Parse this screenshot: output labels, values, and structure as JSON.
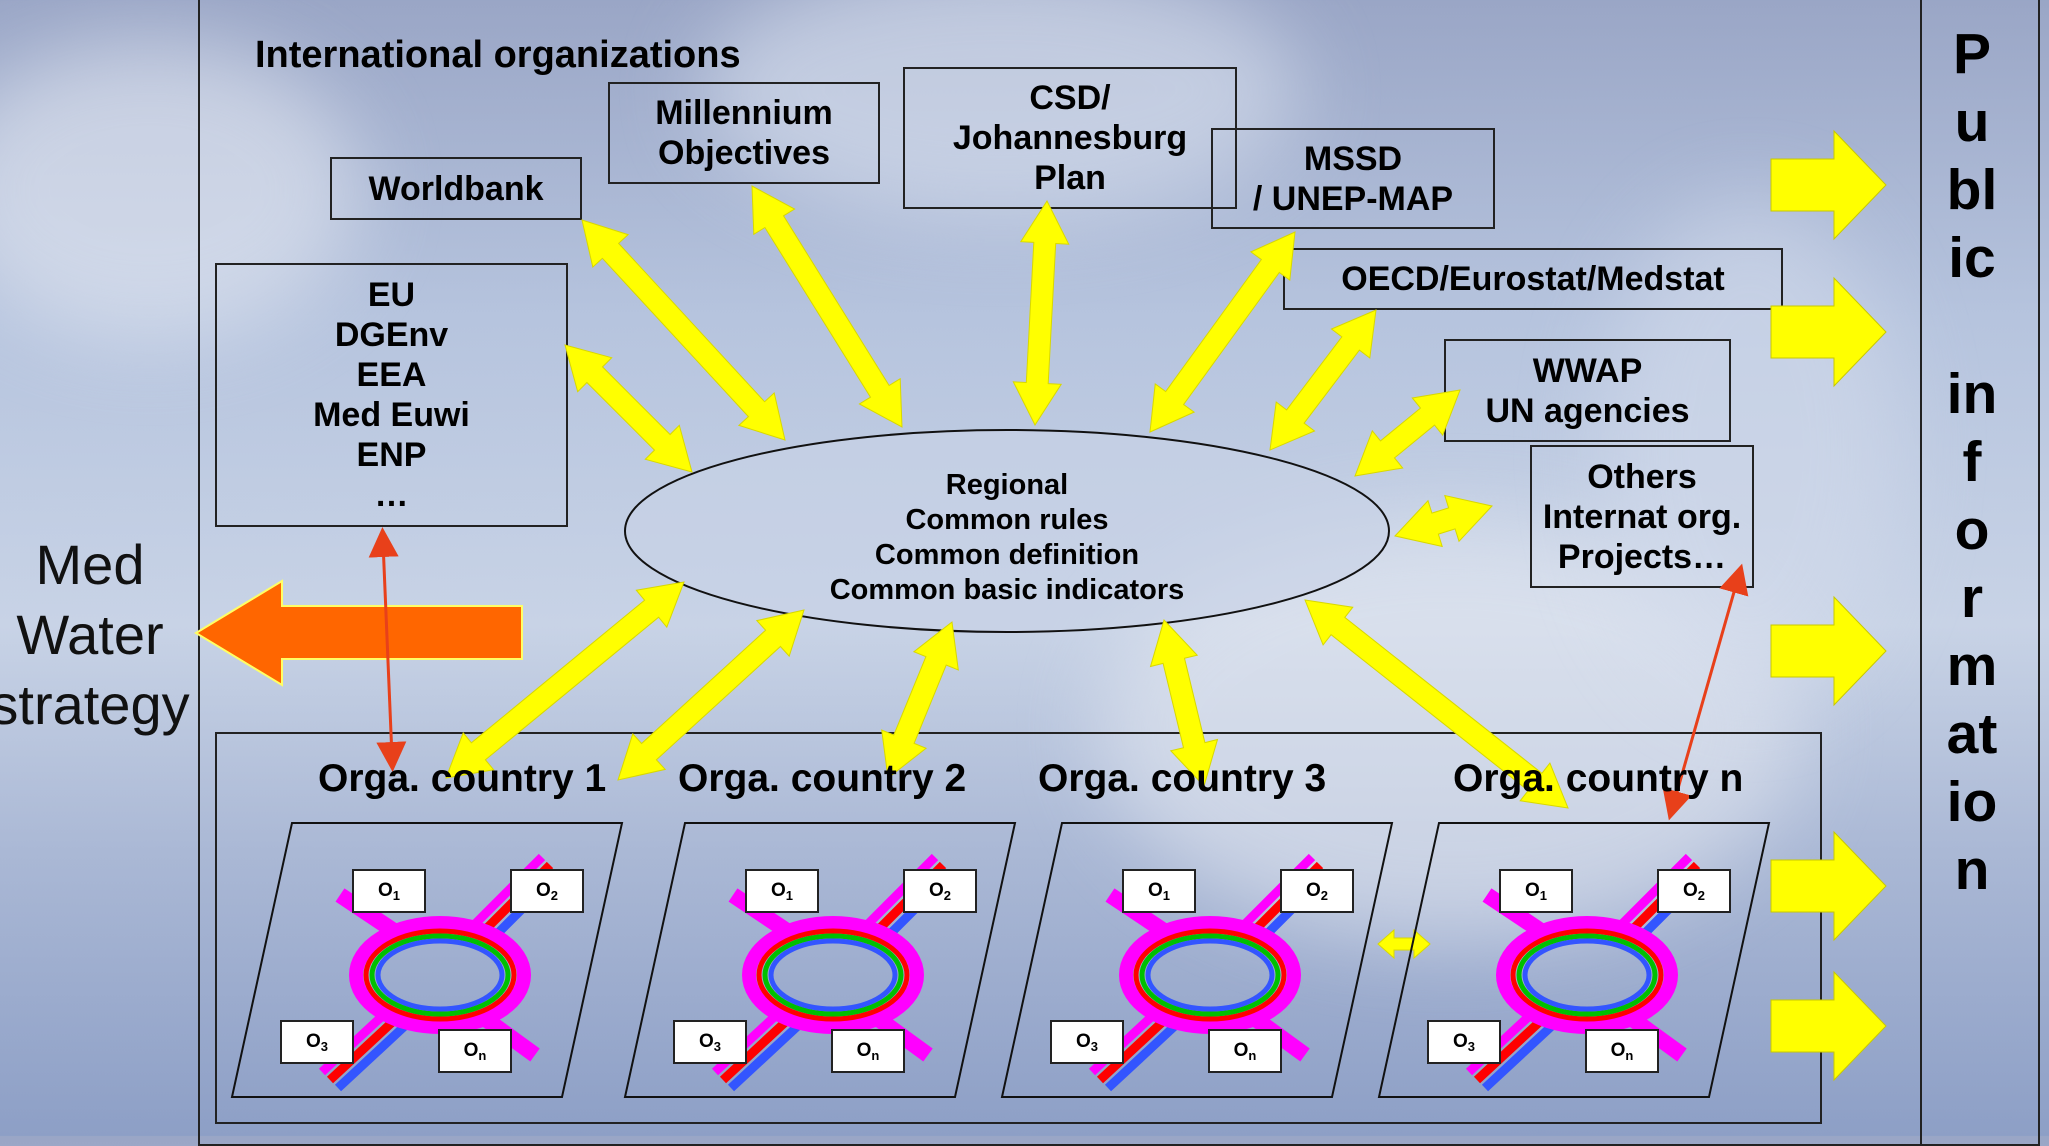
{
  "international_label": "International organizations",
  "boxes": {
    "worldbank": "Worldbank",
    "millennium": [
      "Millennium",
      "Objectives"
    ],
    "csd": [
      "CSD/",
      "Johannesburg",
      "Plan"
    ],
    "mssd": [
      "MSSD",
      "/ UNEP-MAP"
    ],
    "oecd": "OECD/Eurostat/Medstat",
    "wwap": [
      "WWAP",
      "UN agencies"
    ],
    "others": [
      "Others",
      "Internat org.",
      "Projects…"
    ],
    "eu": [
      "EU",
      "DGEnv",
      "EEA",
      "Med Euwi",
      "ENP",
      "…"
    ]
  },
  "center": [
    "Regional",
    "Common rules",
    "Common definition",
    "Common basic indicators"
  ],
  "med_water_strategy": [
    "Med",
    "Water",
    "strategy"
  ],
  "public_information": [
    "P",
    "u",
    "bl",
    "ic",
    "",
    "in",
    "f",
    "o",
    "r",
    "m",
    "at",
    "io",
    "n"
  ],
  "countries": [
    {
      "label": "Orga. country 1"
    },
    {
      "label": "Orga. country 2"
    },
    {
      "label": "Orga. country 3"
    },
    {
      "label": "Orga. country n"
    }
  ],
  "org_nodes": {
    "o1": {
      "main": "O",
      "sub": "1"
    },
    "o2": {
      "main": "O",
      "sub": "2"
    },
    "o3": {
      "main": "O",
      "sub": "3"
    },
    "on": {
      "main": "O",
      "sub": "n"
    }
  },
  "colors": {
    "arrow_yellow": "#ffff00",
    "arrow_orange": "#ff6600",
    "link_red": "#e8401a",
    "ring_magenta": "#ff00ff",
    "ring_red": "#ff0000",
    "ring_green": "#00c000",
    "ring_blue": "#3355ff"
  }
}
